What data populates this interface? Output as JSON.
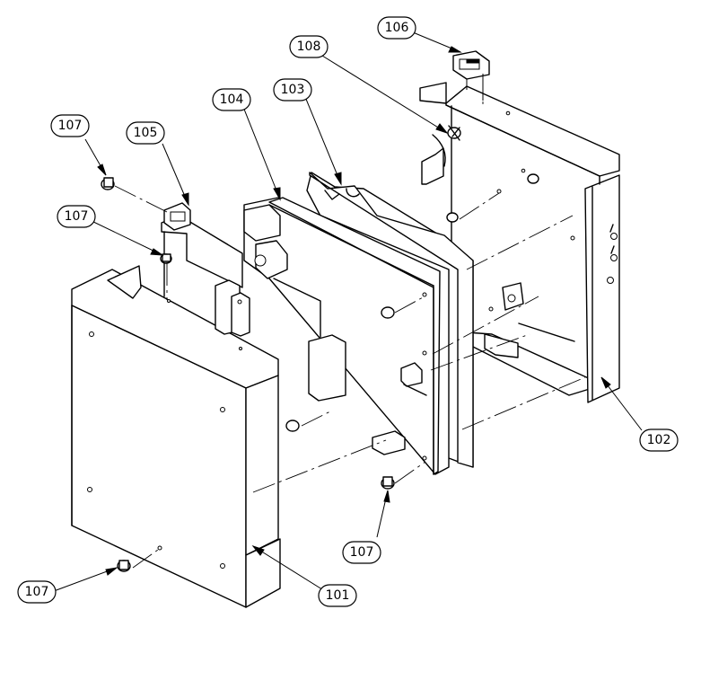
{
  "callouts": {
    "c101": "101",
    "c102": "102",
    "c103": "103",
    "c104": "104",
    "c105": "105",
    "c106": "106",
    "c107": "107",
    "c108": "108"
  }
}
